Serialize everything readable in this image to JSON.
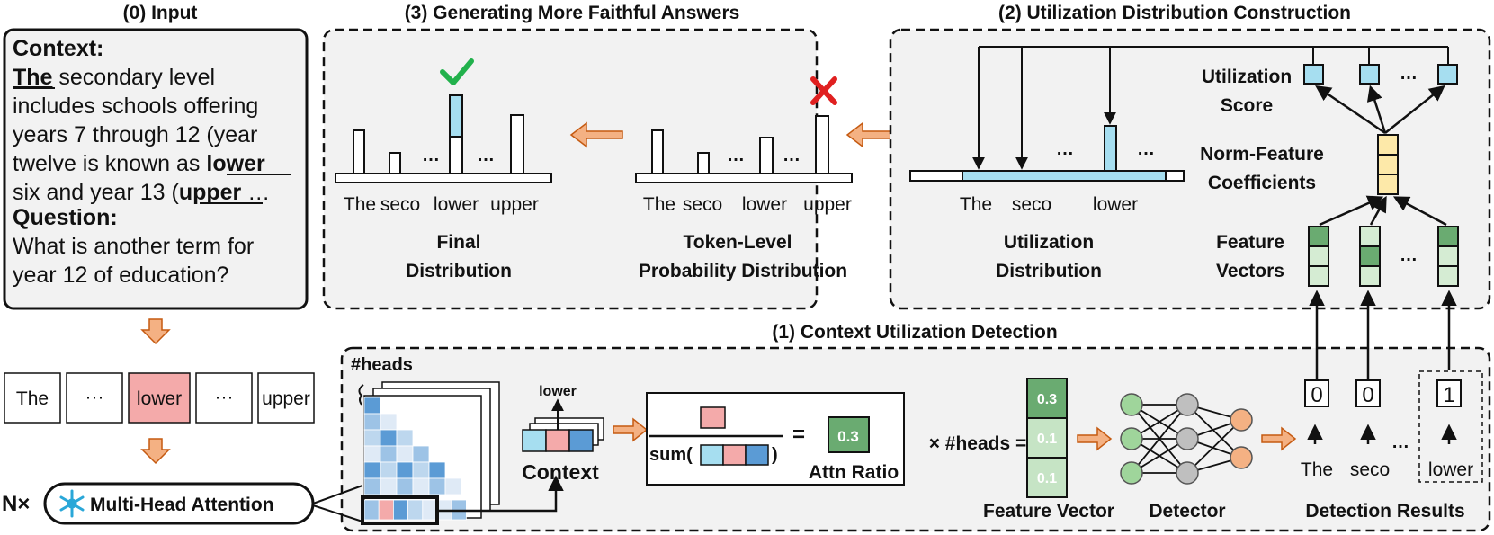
{
  "panel0": {
    "title": "(0) Input",
    "context_label": "Context:",
    "context_lines": [
      [
        "The",
        " secondary level"
      ],
      [
        "includes schools offering"
      ],
      [
        "years 7 through 12 (year"
      ],
      [
        "twelve is known as ",
        "lower"
      ],
      [
        "six and year 13 (",
        "upper",
        " …"
      ]
    ],
    "question_label": "Question:",
    "question_lines": [
      "What is another term for",
      "year 12 of education?"
    ],
    "tokens": [
      "The",
      "···",
      "lower",
      "···",
      "upper"
    ],
    "n_label": "N×",
    "mha_label": "Multi-Head Attention"
  },
  "panel3": {
    "title": "(3) Generating More Faithful Answers",
    "final_labels": [
      "The",
      "seco",
      "lower",
      "upper"
    ],
    "token_labels": [
      "The",
      "seco",
      "lower",
      "upper"
    ],
    "final_caption": [
      "Final",
      "Distribution"
    ],
    "token_caption": [
      "Token-Level",
      "Probability Distribution"
    ],
    "ellipsis": "…"
  },
  "panel2": {
    "title": "(2) Utilization Distribution Construction",
    "labels": [
      "The",
      "seco",
      "lower"
    ],
    "caption": [
      "Utilization",
      "Distribution"
    ],
    "utilization_score": [
      "Utilization",
      "Score"
    ],
    "norm_feature": [
      "Norm-Feature",
      "Coefficients"
    ],
    "feature_vectors": [
      "Feature",
      "Vectors"
    ],
    "ellipsis": "…"
  },
  "panel1": {
    "title": "(1) Context Utilization Detection",
    "heads_label": "#heads",
    "lower_label": "lower",
    "context_label": "Context",
    "sum_label": "sum(",
    "sum_close": ")",
    "equals": "=",
    "ratio_value": "0.3",
    "attn_ratio": "Attn Ratio",
    "times_heads": "× #heads =",
    "feature_values": [
      "0.3",
      "0.1",
      "0.1"
    ],
    "feature_vector_label": "Feature Vector",
    "detector_label": "Detector",
    "results": [
      "0",
      "0",
      "1"
    ],
    "result_tokens": [
      "The",
      "seco",
      "lower"
    ],
    "detection_results_label": "Detection Results",
    "ellipsis": "…"
  },
  "colors": {
    "cyan": "#a6def0",
    "pink": "#f4aaaa",
    "arrow": "#f4b183",
    "green_dark": "#6aab71",
    "green_light": "#d5ecd3",
    "yellow": "#fde9a9",
    "check": "#22b14c",
    "cross": "#e02020"
  }
}
